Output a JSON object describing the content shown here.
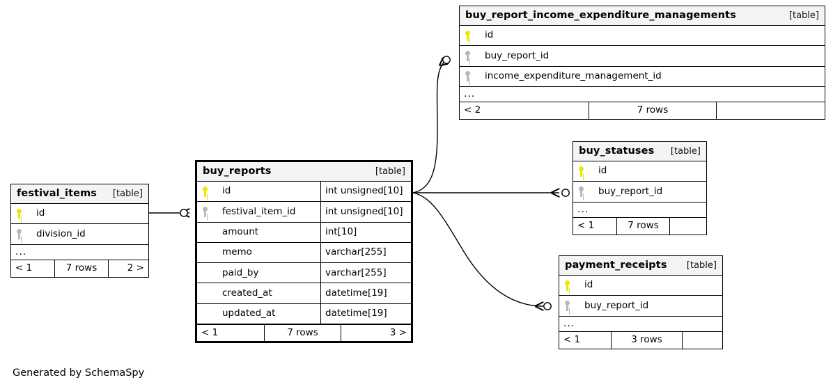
{
  "diagram": {
    "kind_label": "[table]",
    "ellipsis": "...",
    "credit": "Generated by SchemaSpy"
  },
  "tables": {
    "buy_report_income_expenditure_managements": {
      "name": "buy_report_income_expenditure_managements",
      "kind": "[table]",
      "columns": [
        {
          "key": "pk",
          "name": "id",
          "type": ""
        },
        {
          "key": "fk",
          "name": "buy_report_id",
          "type": ""
        },
        {
          "key": "fk",
          "name": "income_expenditure_management_id",
          "type": ""
        }
      ],
      "more": "...",
      "footer": {
        "left": "< 2",
        "mid": "7 rows",
        "right": ""
      }
    },
    "buy_reports": {
      "name": "buy_reports",
      "kind": "[table]",
      "columns": [
        {
          "key": "pk",
          "name": "id",
          "type": "int unsigned[10]"
        },
        {
          "key": "fk",
          "name": "festival_item_id",
          "type": "int unsigned[10]"
        },
        {
          "key": "none",
          "name": "amount",
          "type": "int[10]"
        },
        {
          "key": "none",
          "name": "memo",
          "type": "varchar[255]"
        },
        {
          "key": "none",
          "name": "paid_by",
          "type": "varchar[255]"
        },
        {
          "key": "none",
          "name": "created_at",
          "type": "datetime[19]"
        },
        {
          "key": "none",
          "name": "updated_at",
          "type": "datetime[19]"
        }
      ],
      "footer": {
        "left": "< 1",
        "mid": "7 rows",
        "right": "3 >"
      }
    },
    "festival_items": {
      "name": "festival_items",
      "kind": "[table]",
      "columns": [
        {
          "key": "pk",
          "name": "id",
          "type": ""
        },
        {
          "key": "fk",
          "name": "division_id",
          "type": ""
        }
      ],
      "more": "...",
      "footer": {
        "left": "< 1",
        "mid": "7 rows",
        "right": "2 >"
      }
    },
    "buy_statuses": {
      "name": "buy_statuses",
      "kind": "[table]",
      "columns": [
        {
          "key": "pk",
          "name": "id",
          "type": ""
        },
        {
          "key": "fk",
          "name": "buy_report_id",
          "type": ""
        }
      ],
      "more": "...",
      "footer": {
        "left": "< 1",
        "mid": "7 rows",
        "right": ""
      }
    },
    "payment_receipts": {
      "name": "payment_receipts",
      "kind": "[table]",
      "columns": [
        {
          "key": "pk",
          "name": "id",
          "type": ""
        },
        {
          "key": "fk",
          "name": "buy_report_id",
          "type": ""
        }
      ],
      "more": "...",
      "footer": {
        "left": "< 1",
        "mid": "3 rows",
        "right": ""
      }
    }
  },
  "relationships": [
    {
      "from": "festival_items.id",
      "to": "buy_reports.festival_item_id"
    },
    {
      "from": "buy_reports.id",
      "to": "buy_report_income_expenditure_managements.buy_report_id"
    },
    {
      "from": "buy_reports.id",
      "to": "buy_statuses.buy_report_id"
    },
    {
      "from": "buy_reports.id",
      "to": "payment_receipts.buy_report_id"
    }
  ],
  "colors": {
    "primary_key": "#e8e800",
    "foreign_key": "#b8b8b8",
    "header_bg": "#f4f4f4",
    "line": "#000000",
    "background": "#ffffff"
  }
}
